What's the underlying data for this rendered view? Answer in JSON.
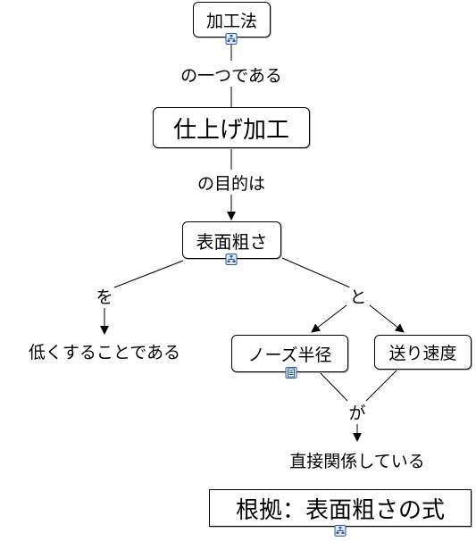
{
  "nodes": {
    "kakouhou": "加工法",
    "shiage": "仕上げ加工",
    "hyoumen": "表面粗さ",
    "hikuku": "低くすることである",
    "nose": "ノーズ半径",
    "okuri": "送り速度",
    "chokusetsu": "直接関係している",
    "konkyo": "根拠：表面粗さの式"
  },
  "links": {
    "hitotsu": "の一つである",
    "mokuteki": "の目的は",
    "wo": "を",
    "to": "と",
    "ga": "が"
  },
  "icons": {
    "concept_map": "concept-map-icon",
    "document": "document-icon"
  },
  "colors": {
    "line": "#000000",
    "icon": "#2d5aa0"
  }
}
